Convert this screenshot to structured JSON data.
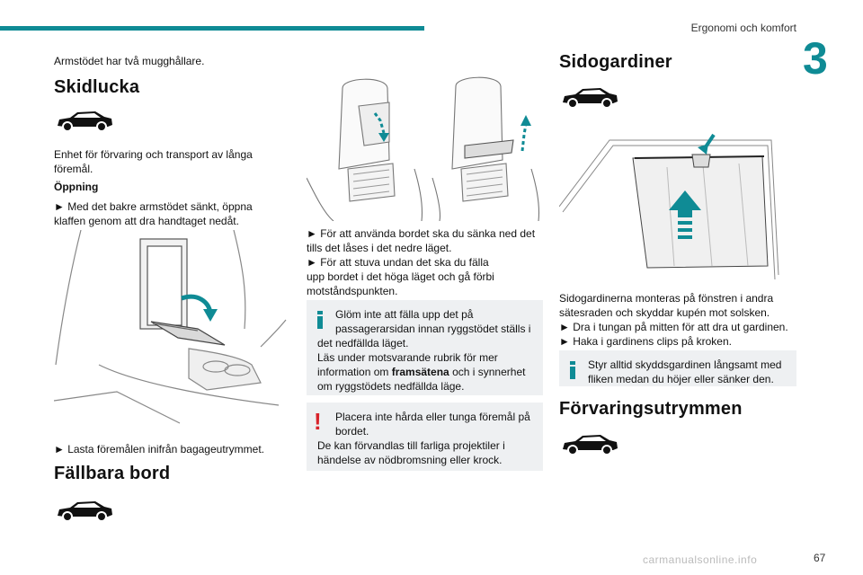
{
  "header": {
    "section_title": "Ergonomi och komfort",
    "chapter_number": "3",
    "page_number": "67"
  },
  "col1": {
    "intro": "Armstödet har två mugghållare.",
    "skid_heading": "Skidlucka",
    "skid_desc1": "Enhet för förvaring och transport av långa",
    "skid_desc2": "föremål.",
    "opening_heading": "Öppning",
    "open_step1": "► Med det bakre armstödet sänkt, öppna",
    "open_step2": "klaffen genom att dra handtaget nedåt.",
    "load_step": "► Lasta föremålen inifrån bagageutrymmet.",
    "table_heading": "Fällbara bord"
  },
  "col2": {
    "step1a": "► För att använda bordet ska du sänka ned det",
    "step1b": "tills det låses i det nedre läget.",
    "step2a": "► För att stuva undan det ska du fälla",
    "step2b": "upp bordet i det höga läget och gå förbi",
    "step2c": "motståndspunkten.",
    "info_line1": "Glöm inte att fälla upp det på",
    "info_line2": "passagerarsidan innan ryggstödet ställs i",
    "info_line3": "det nedfällda läget.",
    "info_line4": "Läs under motsvarande rubrik för mer",
    "info_line5_pre": "information om ",
    "info_line5_bold": "framsätena",
    "info_line5_post": " och i synnerhet",
    "info_line6": "om ryggstödets nedfällda läge.",
    "warn_line1": "Placera inte hårda eller tunga föremål på",
    "warn_line2": "bordet.",
    "warn_line3": "De kan förvandlas till farliga projektiler i",
    "warn_line4": "händelse av nödbromsning eller krock."
  },
  "col3": {
    "blind_heading": "Sidogardiner",
    "blind_desc1": "Sidogardinerna monteras på fönstren i andra",
    "blind_desc2": "sätesraden och skyddar kupén mot solsken.",
    "blind_step1": "► Dra i tungan på mitten för att dra ut gardinen.",
    "blind_step2": "► Haka i gardinens clips på kroken.",
    "info_line1": "Styr alltid skyddsgardinen långsamt med",
    "info_line2": "fliken medan du höjer eller sänker den.",
    "storage_heading": "Förvaringsutrymmen"
  },
  "watermark": "carmanualsonline.info",
  "colors": {
    "accent": "#0f8b95",
    "note_bg": "#eef0f2",
    "warning": "#d8232a"
  }
}
